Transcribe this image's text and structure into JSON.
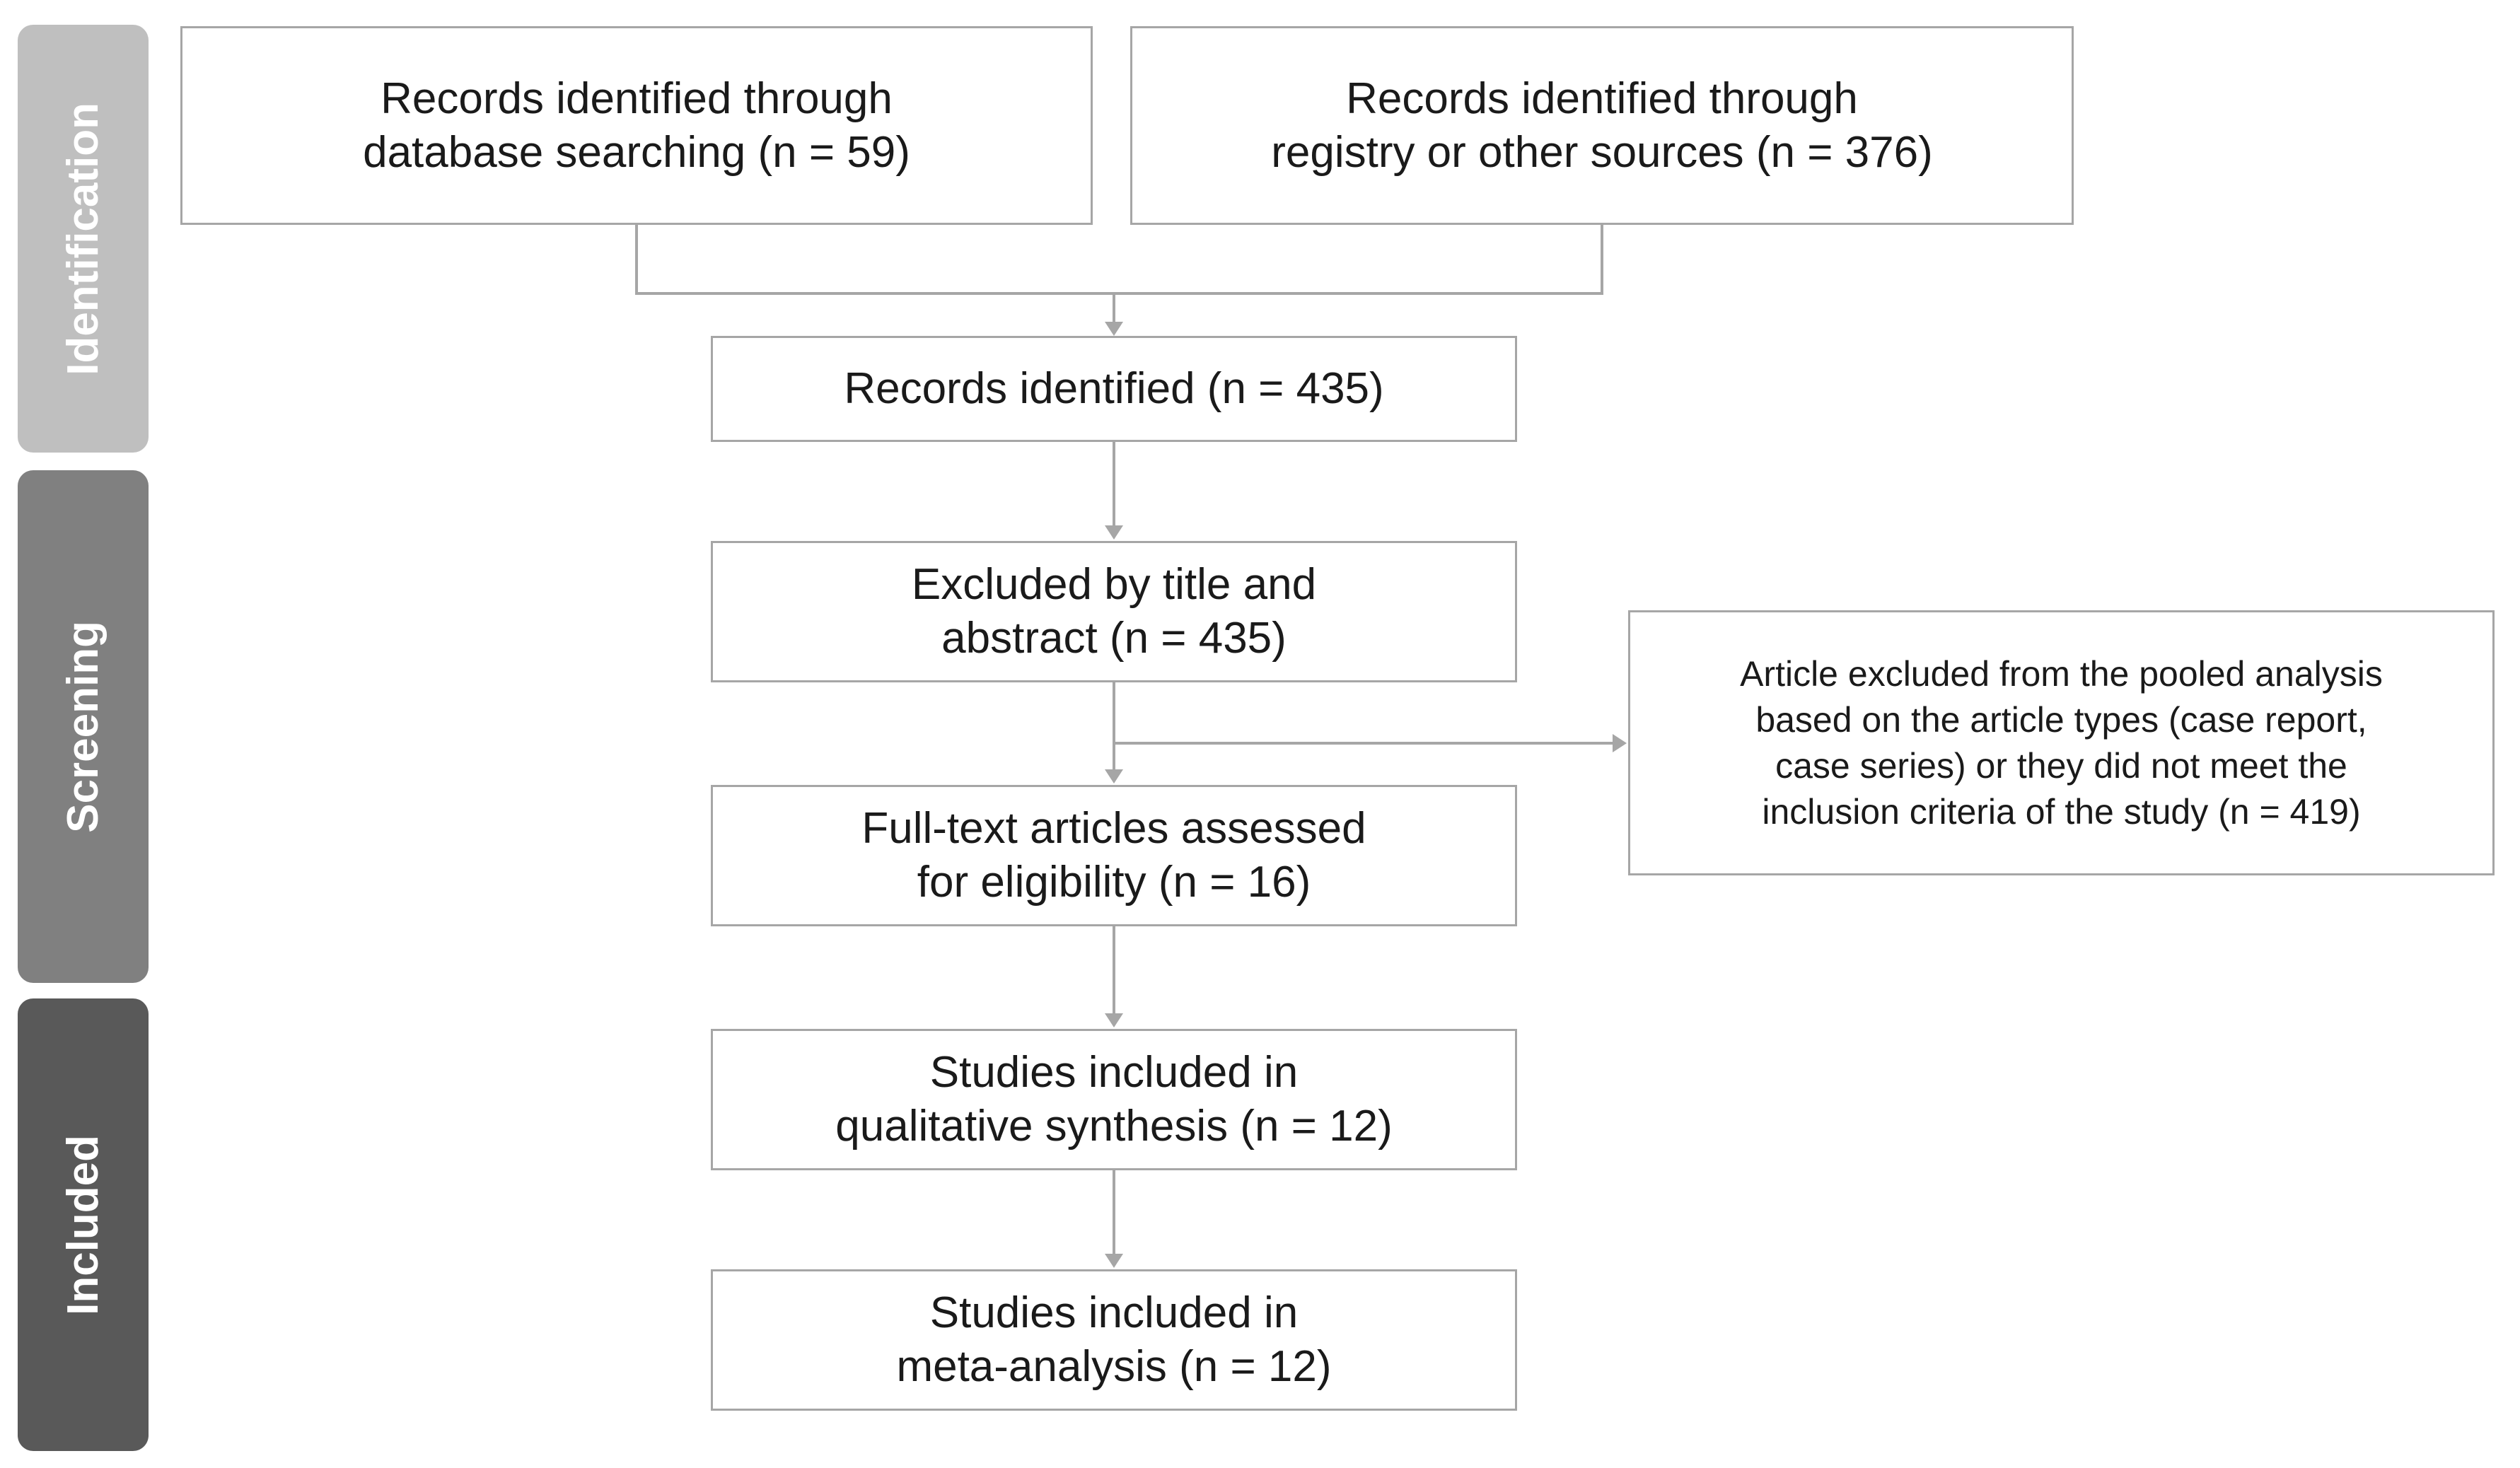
{
  "diagram": {
    "title": "PRISMA flow diagram",
    "colors": {
      "stage_identification": "#bfbfbf",
      "stage_screening": "#808080",
      "stage_included": "#595959",
      "box_border": "#a6a6a6",
      "connector": "#a6a6a6",
      "box_fill": "#ffffff",
      "text": "#1a1a1a",
      "stage_text": "#ffffff"
    }
  },
  "stages": [
    {
      "id": "identification",
      "label": "Identification",
      "color": "#bfbfbf"
    },
    {
      "id": "screening",
      "label": "Screening",
      "color": "#808080"
    },
    {
      "id": "included",
      "label": "Included",
      "color": "#595959"
    }
  ],
  "boxes": {
    "database_searching": {
      "text": "Records identified through\ndatabase searching (n = 59)",
      "n": 59,
      "stage": "identification"
    },
    "registry_sources": {
      "text": "Records identified through\nregistry or other sources (n = 376)",
      "n": 376,
      "stage": "identification"
    },
    "records_identified": {
      "text": "Records identified (n = 435)",
      "n": 435,
      "stage": "identification"
    },
    "excluded_title_abstract": {
      "text": "Excluded by title and\nabstract (n = 435)",
      "n": 435,
      "stage": "screening"
    },
    "fulltext_assessed": {
      "text": "Full-text articles assessed\nfor eligibility (n = 16)",
      "n": 16,
      "stage": "screening"
    },
    "excluded_note": {
      "text": "Article excluded from the pooled analysis\nbased on the article types (case report,\ncase series) or they did not meet the\ninclusion criteria of the study (n = 419)",
      "n": 419,
      "stage": "screening"
    },
    "qualitative_synthesis": {
      "text": "Studies included in\nqualitative synthesis (n = 12)",
      "n": 12,
      "stage": "included"
    },
    "meta_analysis": {
      "text": "Studies included in\nmeta-analysis (n = 12)",
      "n": 12,
      "stage": "included"
    }
  }
}
